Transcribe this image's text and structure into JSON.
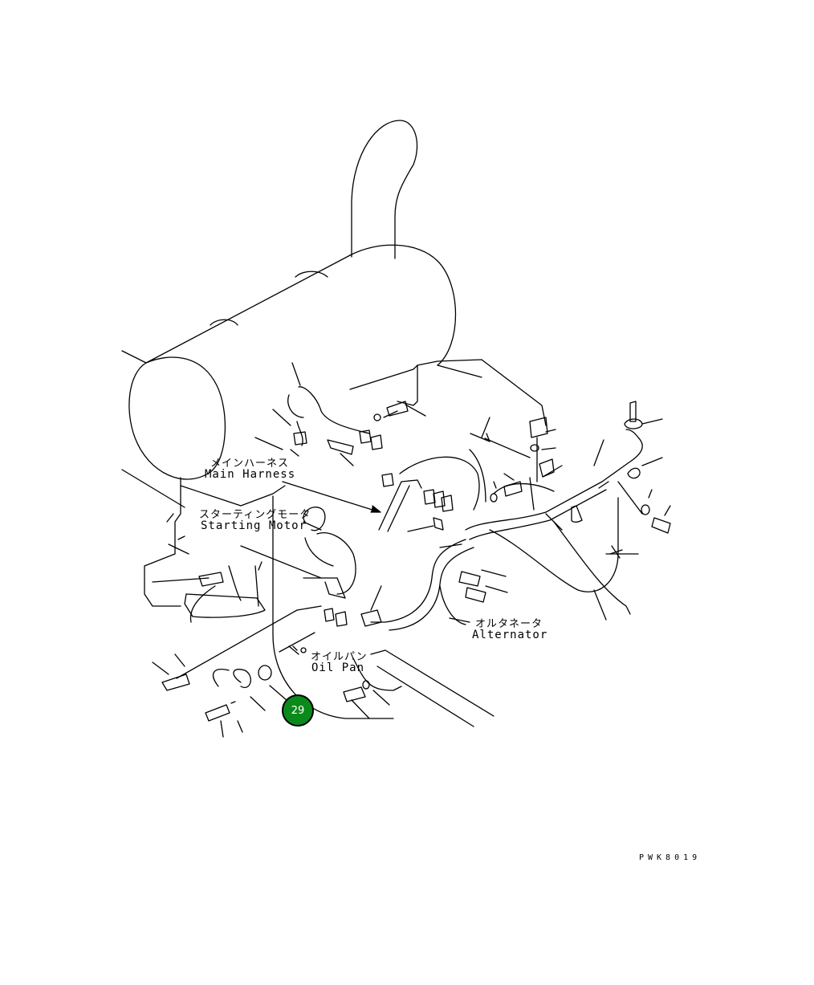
{
  "labels": {
    "main_harness_jp": "メインハーネス",
    "main_harness_en": "Main Harness",
    "starting_motor_jp": "スターティングモータ",
    "starting_motor_en": "Starting Motor",
    "oil_pan_jp": "オイルパン",
    "oil_pan_en": "Oil Pan",
    "alternator_jp": "オルタネータ",
    "alternator_en": "Alternator"
  },
  "callout": {
    "number": "29",
    "color": "#0a8a1a"
  },
  "drawing_code": "PWK8019"
}
